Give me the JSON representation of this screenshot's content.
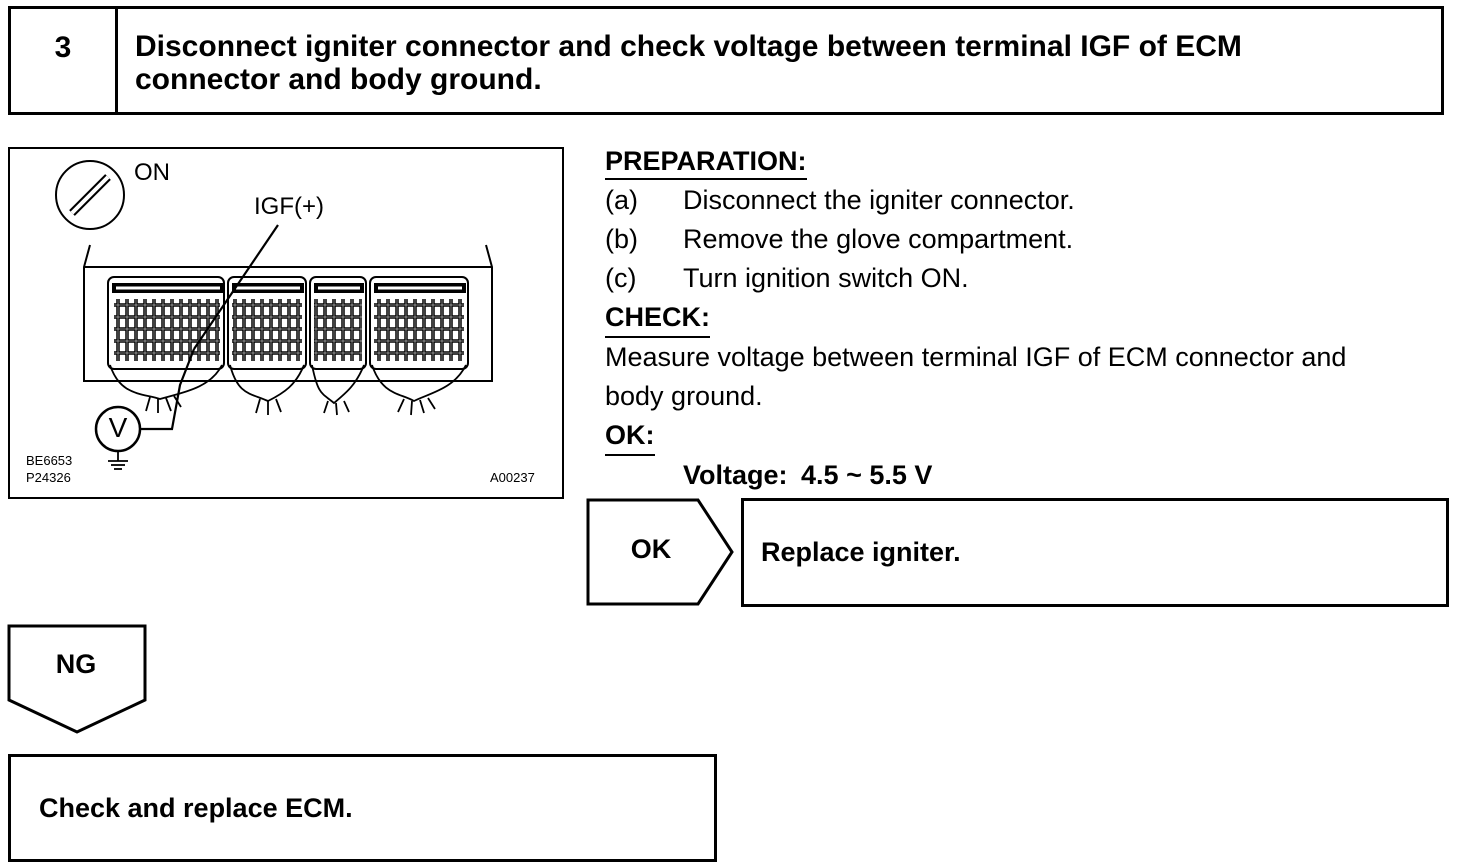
{
  "step": {
    "number": "3",
    "title_line1": "Disconnect igniter connector and check voltage between terminal IGF of ECM",
    "title_line2": "connector and body ground."
  },
  "figure": {
    "switch_label": "ON",
    "terminal_label": "IGF(+)",
    "meter_symbol": "V",
    "code_1": "BE6653",
    "code_2": "P24326",
    "figure_id": "A00237"
  },
  "preparation": {
    "heading": "PREPARATION:",
    "items": [
      {
        "marker": "(a)",
        "text": "Disconnect the igniter connector."
      },
      {
        "marker": "(b)",
        "text": "Remove the glove compartment."
      },
      {
        "marker": "(c)",
        "text": "Turn ignition switch ON."
      }
    ]
  },
  "check": {
    "heading": "CHECK:",
    "line1": "Measure voltage between terminal IGF of ECM connector and",
    "line2": "body ground."
  },
  "ok": {
    "heading": "OK:",
    "spec_label": "Voltage:",
    "spec_value": "4.5 ~ 5.5 V"
  },
  "flow": {
    "ok_label": "OK",
    "ok_action": "Replace igniter.",
    "ng_label": "NG",
    "ng_action": "Check and replace ECM."
  }
}
